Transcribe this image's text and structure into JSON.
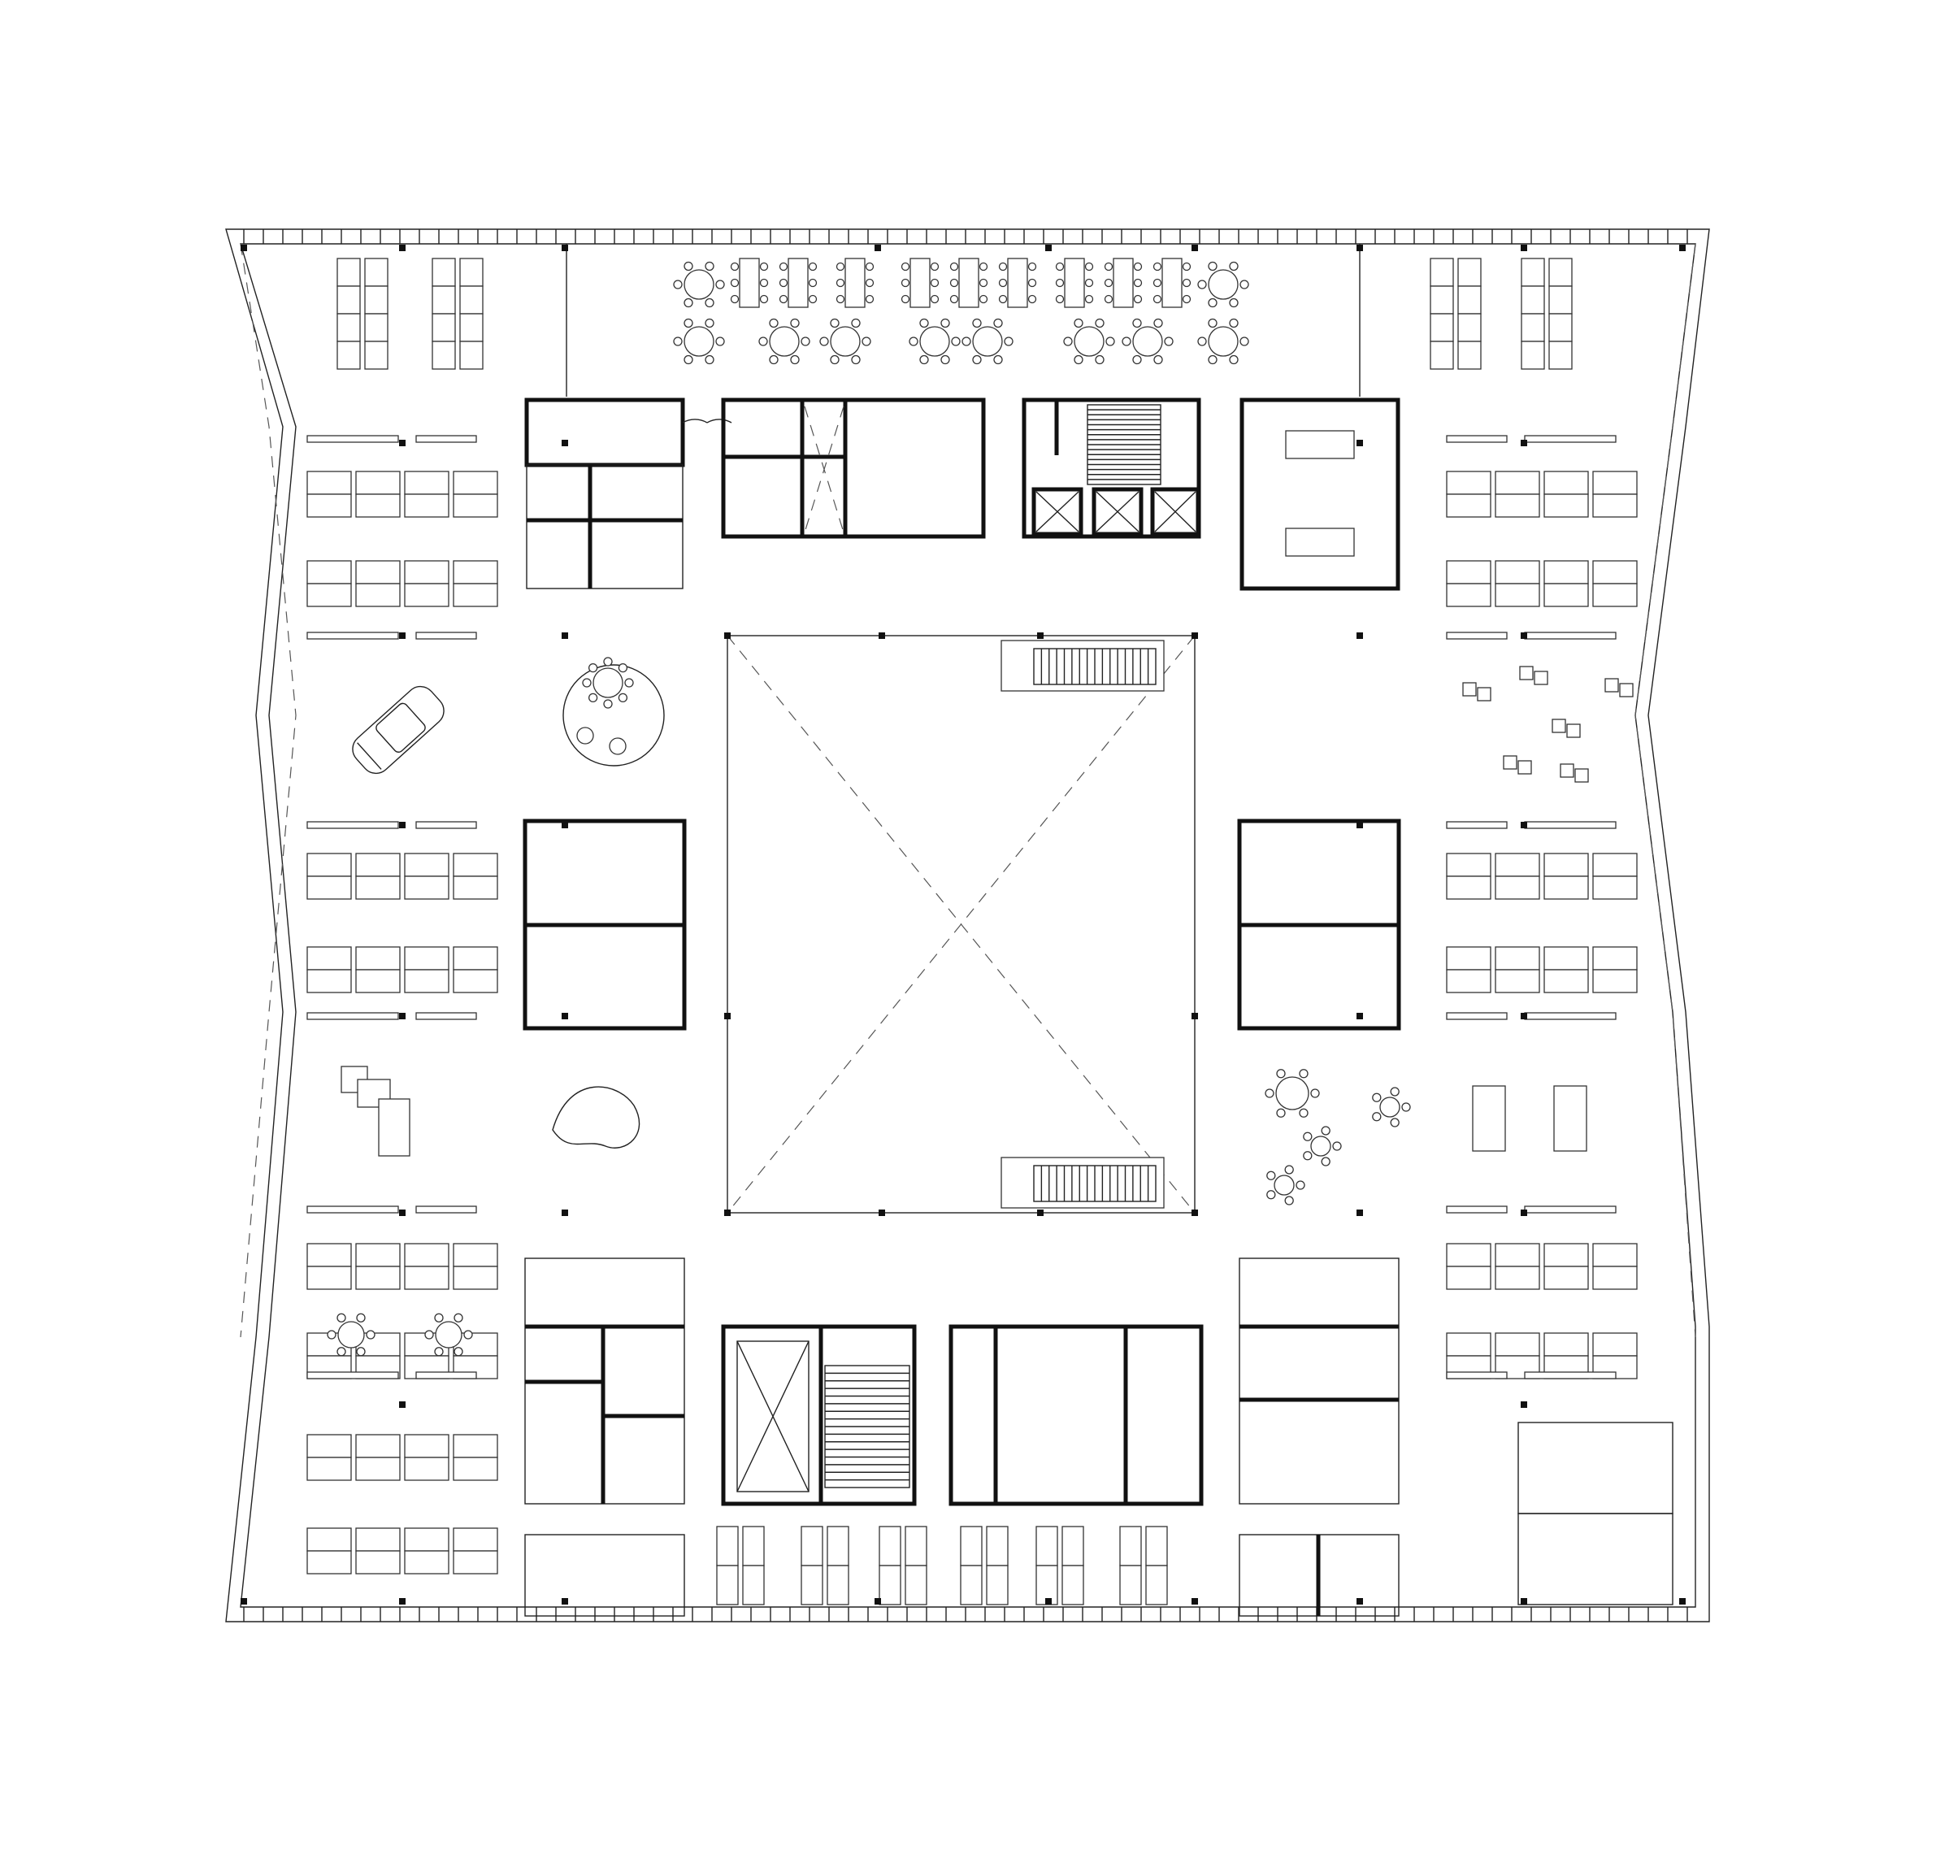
{
  "drawing": {
    "kind": "architectural floor plan",
    "style": "black line drawing on white background",
    "colors": {
      "background": "#ffffff",
      "ink": "#111111"
    },
    "text_labels": []
  },
  "zones": [
    {
      "id": "north-cafe",
      "items": [
        "round-tables",
        "rect-tables"
      ]
    },
    {
      "id": "north-core-left",
      "items": [
        "offices",
        "meeting-rooms"
      ]
    },
    {
      "id": "north-core-center",
      "items": [
        "shafts",
        "restrooms",
        "stair",
        "elevators"
      ]
    },
    {
      "id": "north-core-right",
      "items": [
        "meeting-room"
      ]
    },
    {
      "id": "central-atrium",
      "items": [
        "void",
        "stairs"
      ]
    },
    {
      "id": "west-wing",
      "items": [
        "workstations",
        "car-display",
        "lounge"
      ]
    },
    {
      "id": "east-wing",
      "items": [
        "workstations",
        "lounge"
      ]
    },
    {
      "id": "south-core-left",
      "items": [
        "offices",
        "meeting-rooms"
      ]
    },
    {
      "id": "south-core-center",
      "items": [
        "elevator",
        "stair",
        "restrooms"
      ]
    },
    {
      "id": "south-core-right",
      "items": [
        "meeting-rooms"
      ]
    },
    {
      "id": "south-east-offices",
      "items": [
        "offices"
      ]
    }
  ]
}
